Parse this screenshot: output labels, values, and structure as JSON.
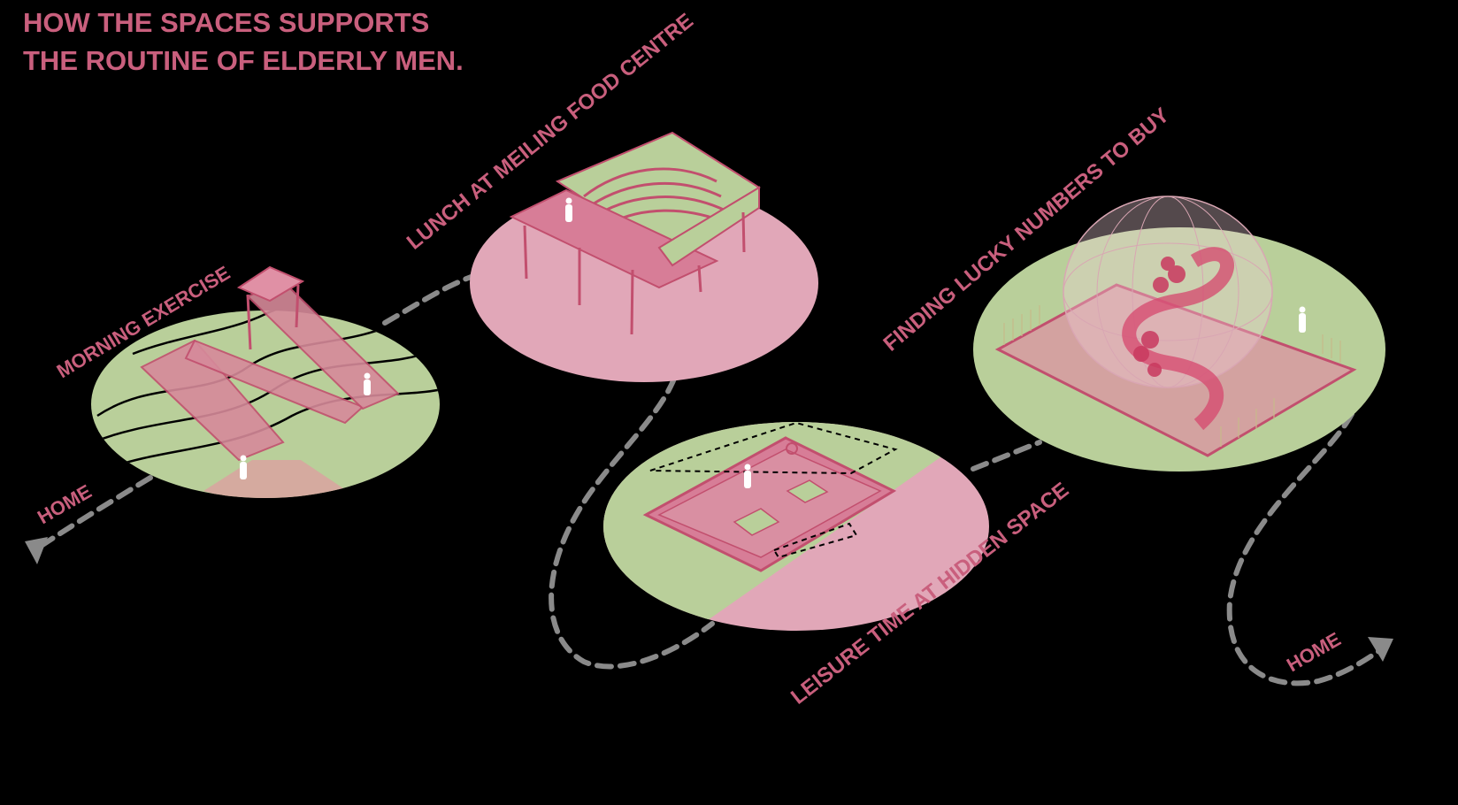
{
  "title": {
    "line1": "HOW THE SPACES SUPPORTS",
    "line2": "THE ROUTINE OF ELDERLY MEN."
  },
  "labels": {
    "home_start": "HOME",
    "morning_exercise": "MORNING EXERCISE",
    "lunch": "LUNCH AT MEILING FOOD CENTRE",
    "leisure": "LEISURE TIME AT HIDDEN SPACE",
    "lucky_numbers": "FINDING LUCKY NUMBERS TO BUY",
    "home_end": "HOME"
  },
  "colors": {
    "background": "#000000",
    "text_pink": "#c95f7d",
    "plaza_green": "#b9cf9a",
    "plaza_pink": "#e1a7b8",
    "structure_pink": "#d77d97",
    "path_grey": "#8a8a8a"
  }
}
